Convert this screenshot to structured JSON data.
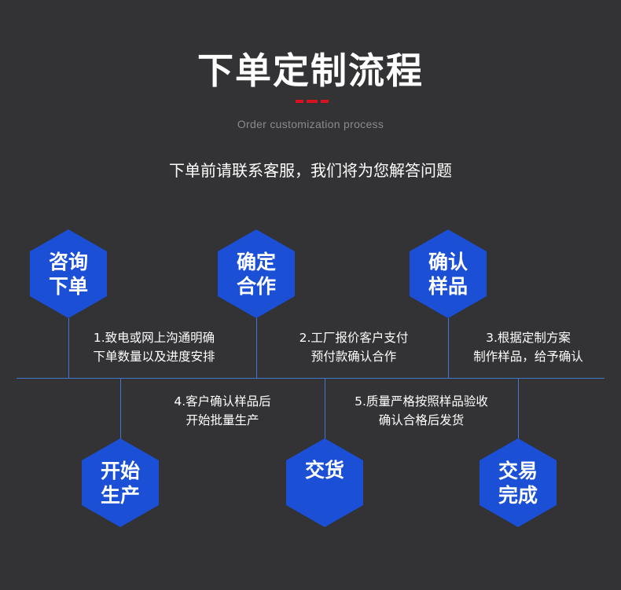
{
  "header": {
    "title": "下单定制流程",
    "subtitle": "Order customization process",
    "tagline": "下单前请联系客服，我们将为您解答问题",
    "accent_color": "#d9121e"
  },
  "hex_color": "#1a4fd6",
  "line_color": "#3f78c8",
  "steps": [
    {
      "line1": "咨询",
      "line2": "下单",
      "desc1": "1.致电或网上沟通明确",
      "desc2": "下单数量以及进度安排"
    },
    {
      "line1": "确定",
      "line2": "合作",
      "desc1": "2.工厂报价客户支付",
      "desc2": "预付款确认合作"
    },
    {
      "line1": "确认",
      "line2": "样品",
      "desc1": "3.根据定制方案",
      "desc2": "制作样品，给予确认"
    },
    {
      "line1": "开始",
      "line2": "生产",
      "desc1": "4.客户确认样品后",
      "desc2": "开始批量生产"
    },
    {
      "line1": "交货",
      "line2": "",
      "desc1": "5.质量严格按照样品验收",
      "desc2": "确认合格后发货"
    },
    {
      "line1": "交易",
      "line2": "完成"
    }
  ]
}
